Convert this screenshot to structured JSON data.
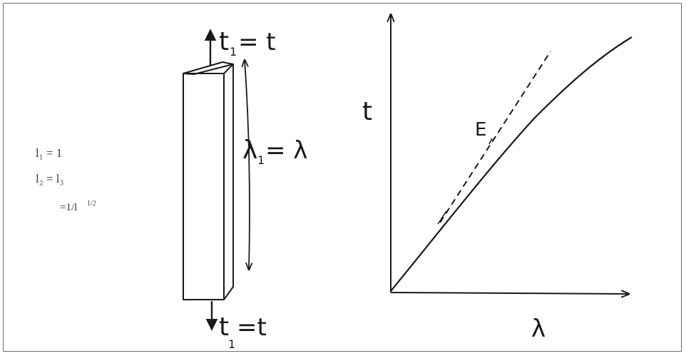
{
  "labels": {
    "top_force_main": "t",
    "top_force_sub": "1",
    "top_force_rhs": "= t",
    "bottom_force_main": "t",
    "bottom_force_sub": "1",
    "bottom_force_rhs": "=t",
    "stretch_main": "λ",
    "stretch_sub": "1",
    "stretch_rhs": "= λ",
    "graph_y_axis": "t",
    "graph_x_axis": "λ",
    "graph_tangent": "E"
  },
  "equations": {
    "line1": "l₁ = 1",
    "line2": "l₂ = l₃",
    "line3_base": "=1/l",
    "line3_exp": "1/2"
  },
  "colors": {
    "ink": "#1a1a1a",
    "frame": "#6e6e6e",
    "equation_text": "#3a3a3a"
  }
}
